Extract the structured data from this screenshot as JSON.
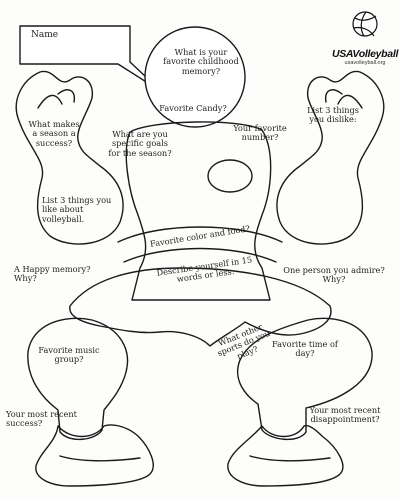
{
  "logo": {
    "brand": "USAVolleyball",
    "url": "usavolleyball.org"
  },
  "name_label": "Name",
  "prompts": {
    "childhood_memory": "What is your favorite childhood memory?",
    "favorite_candy": "Favorite Candy?",
    "season_success": "What makes a season a success?",
    "specific_goals": "What are you specific goals for the season?",
    "favorite_number": "Your favorite number?",
    "three_dislikes": "List 3 things you dislike:",
    "three_likes": "List 3 things you like about volleyball.",
    "color_food": "Favorite color and food?",
    "describe_15": "Describe yourself in 15 words or less.",
    "happy_memory": "A Happy memory? Why?",
    "admire": "One person you admire? Why?",
    "other_sports": "What other sports do you play?",
    "music_group": "Favorite music group?",
    "time_of_day": "Favorite time of day?",
    "recent_success": "Your most recent success?",
    "recent_disappointment": "Your most recent disappointment?"
  }
}
